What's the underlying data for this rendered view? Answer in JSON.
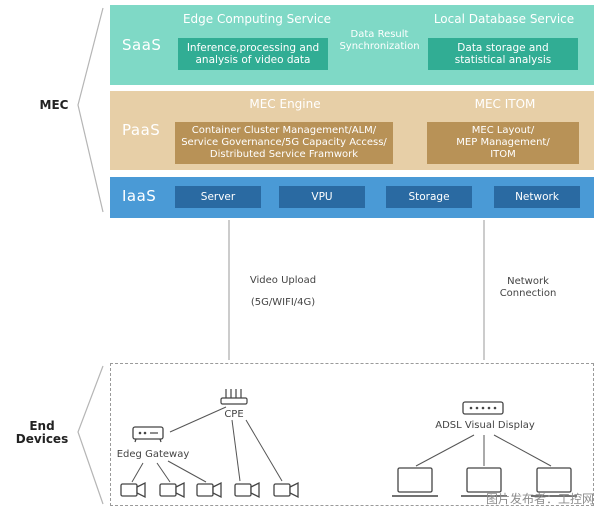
{
  "side_labels": {
    "mec": "MEC",
    "end_devices": "End\nDevices"
  },
  "saas": {
    "layer": "SaaS",
    "edge_title": "Edge Computing Service",
    "edge_box": "Inference,processing and\nanalysis of video data",
    "sync_label": "Data Result\nSynchronization",
    "db_title": "Local Database Service",
    "db_box": "Data storage and\nstatistical analysis"
  },
  "paas": {
    "layer": "PaaS",
    "engine_title": "MEC Engine",
    "engine_box": "Container Cluster Management/ALM/\nService Governance/5G Capacity Access/\nDistributed Service Framwork",
    "itom_title": "MEC ITOM",
    "itom_box": "MEC Layout/\nMEP Management/\nITOM"
  },
  "iaas": {
    "layer": "IaaS",
    "items": [
      "Server",
      "VPU",
      "Storage",
      "Network"
    ]
  },
  "links": {
    "video_upload": "Video Upload",
    "video_protocols": "(5G/WIFI/4G)",
    "network_connection": "Network\nConnection"
  },
  "devices": {
    "cpe": "CPE",
    "edge_gateway": "Edeg Gateway",
    "adsl": "ADSL Visual Display"
  },
  "watermark": "图片发布者：工控网",
  "colors": {
    "saas": "#7fd9c6",
    "saas_box": "#31ad94",
    "paas": "#e7cfa7",
    "paas_box": "#b89257",
    "iaas": "#4a9ad6",
    "iaas_box": "#2a6aa2"
  }
}
